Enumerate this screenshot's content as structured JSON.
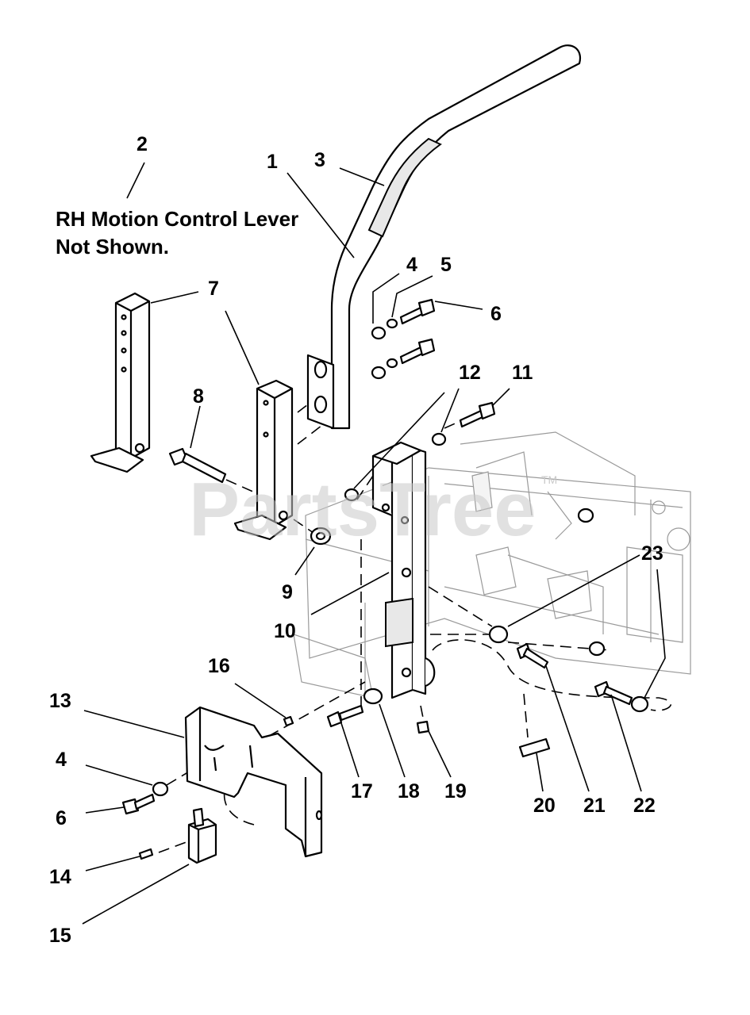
{
  "note": {
    "line1": "RH Motion Control Lever",
    "line2": "Not Shown."
  },
  "watermark": {
    "text": "PartsTree",
    "trademark": "TM"
  },
  "callouts": {
    "c1": "1",
    "c2": "2",
    "c3": "3",
    "c4a": "4",
    "c4b": "4",
    "c5": "5",
    "c6a": "6",
    "c6b": "6",
    "c7": "7",
    "c8": "8",
    "c9": "9",
    "c10": "10",
    "c11": "11",
    "c12": "12",
    "c13": "13",
    "c14": "14",
    "c15": "15",
    "c16": "16",
    "c17": "17",
    "c18": "18",
    "c19": "19",
    "c20": "20",
    "c21": "21",
    "c22": "22",
    "c23": "23"
  }
}
